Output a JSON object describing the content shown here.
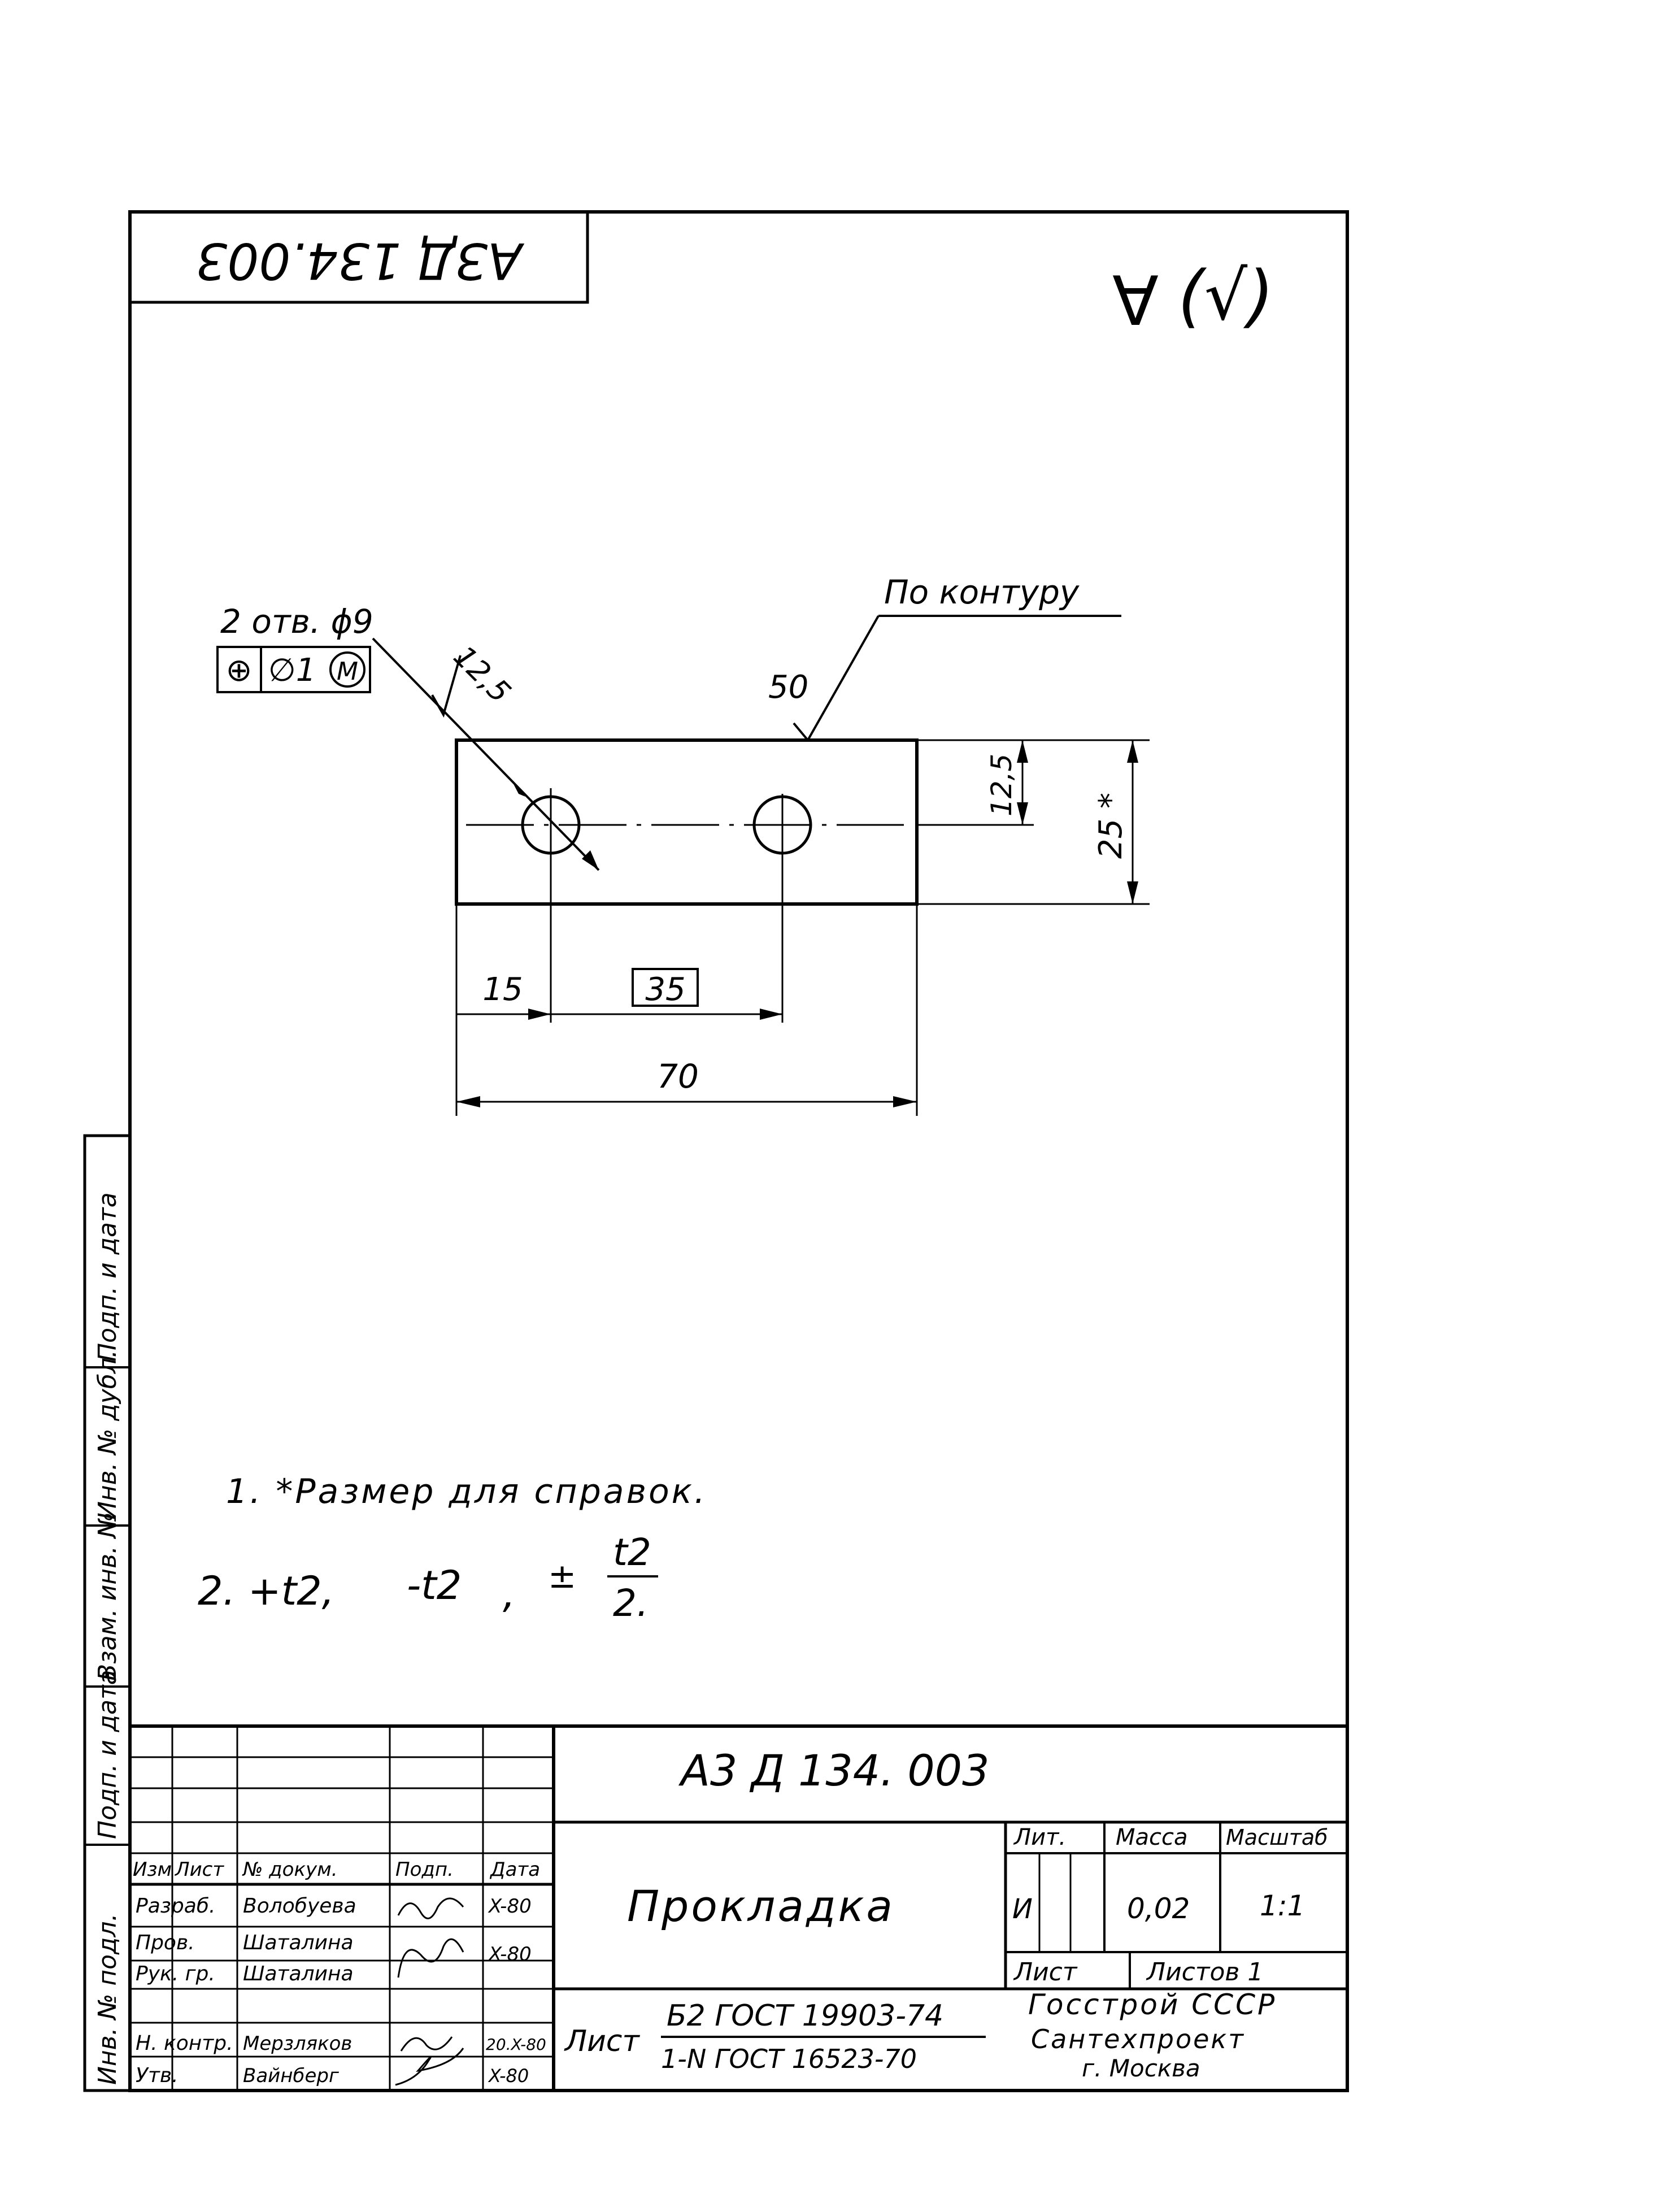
{
  "stamp_code": "АЗД 134.003",
  "roughness": {
    "symbol": "∀",
    "bracket": "(√)"
  },
  "drawing": {
    "holes_label": "2 отв. ϕ9",
    "tolerance_frame": {
      "symbol": "⊕",
      "value": "∅1",
      "modifier": "M"
    },
    "roughness_value": "12,5",
    "contour_note": "По контуру",
    "contour_value": "50",
    "dims": {
      "width": "70",
      "edge": "15",
      "spacing": "35",
      "half_height": "12,5",
      "height": "25 *"
    }
  },
  "notes": {
    "note1": "1. *Размер для справок.",
    "note2_a": "2. +t2,",
    "note2_b": "-t2",
    "note2_c": ",",
    "note2_pm": "±",
    "note2_num": "t2",
    "note2_den": "2."
  },
  "side_stamp": [
    "Инв. № подл.",
    "Подп. и дата",
    "Взам. инв. №",
    "Инв. № дубл.",
    "Подп. и дата"
  ],
  "title_block": {
    "doc_code": "А3 Д 134. 003",
    "part_name": "Прокладка",
    "col_headers": {
      "izm": "Изм",
      "list": "Лист",
      "doc": "№ докум.",
      "sign": "Подп.",
      "date": "Дата"
    },
    "rows": [
      {
        "role": "Разраб.",
        "name": "Волобуева",
        "date": "X-80"
      },
      {
        "role": "Пров.",
        "name": "Шаталина",
        "date": "X-80"
      },
      {
        "role": "Рук. гр.",
        "name": "Шаталина",
        "date": ""
      },
      {
        "role": "Н. контр.",
        "name": "Мерзляков",
        "date": "20.X-80"
      },
      {
        "role": "Утв.",
        "name": "Вайнберг",
        "date": "X-80"
      }
    ],
    "lit_label": "Лит.",
    "lit_value": "И",
    "mass_label": "Масса",
    "mass_value": "0,02",
    "scale_label": "Масштаб",
    "scale_value": "1:1",
    "sheet_label": "Лист",
    "sheets_label": "Листов 1",
    "material_label": "Лист",
    "material_line1": "Б2 ГОСТ 19903-74",
    "material_line2": "1-N ГОСТ 16523-70",
    "org_line1": "Госстрой СССР",
    "org_line2": "Сантехпроект",
    "org_line3": "г. Москва"
  }
}
